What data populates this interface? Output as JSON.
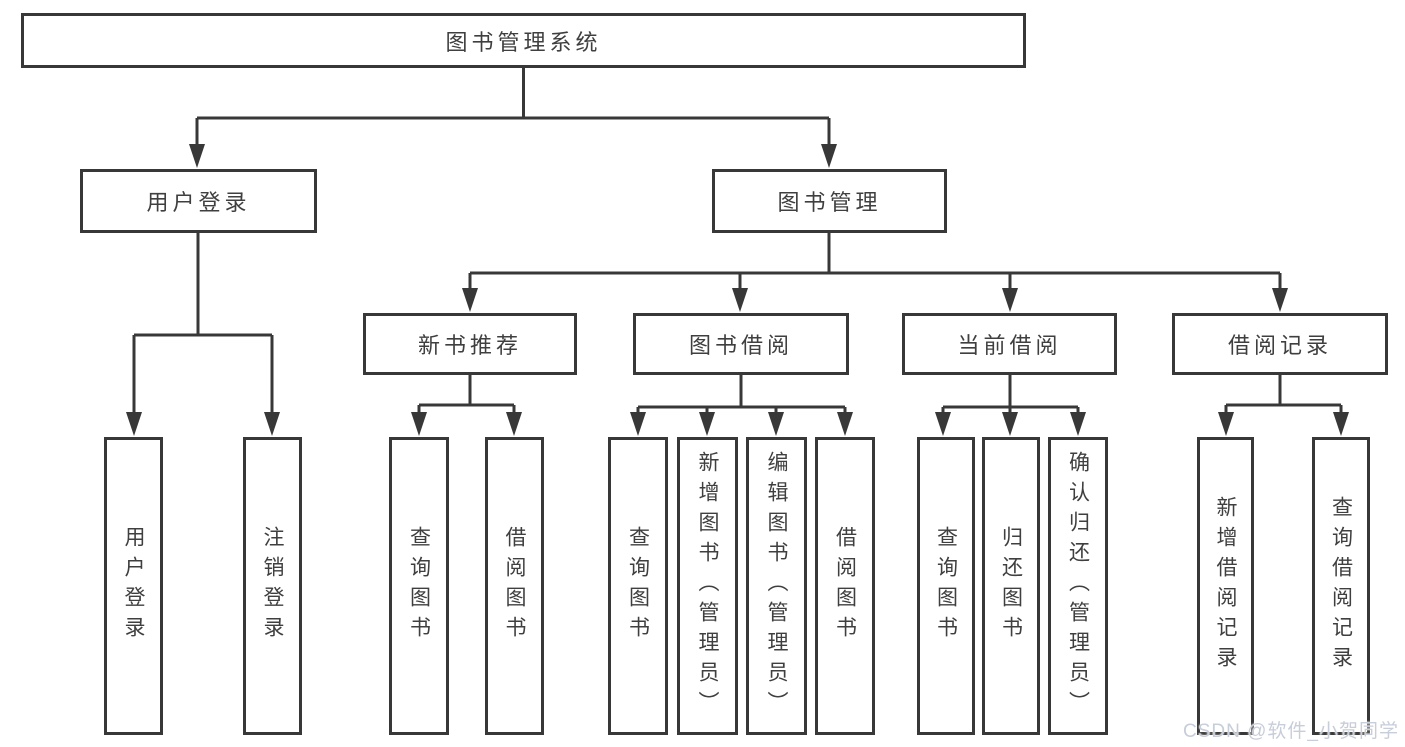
{
  "tree": {
    "root": "图书管理系统",
    "level2": [
      "用户登录",
      "图书管理"
    ],
    "level3": [
      "新书推荐",
      "图书借阅",
      "当前借阅",
      "借阅记录"
    ],
    "leaves": {
      "g1": [
        "用户登录",
        "注销登录"
      ],
      "g2": [
        "查询图书",
        "借阅图书"
      ],
      "g3": [
        "查询图书",
        "新增图书（管理员）",
        "编辑图书（管理员）",
        "借阅图书"
      ],
      "g4": [
        "查询图书",
        "归还图书",
        "确认归还（管理员）"
      ],
      "g5": [
        "新增借阅记录",
        "查询借阅记录"
      ]
    }
  },
  "watermark": "CSDN @软件_小贺同学",
  "colors": {
    "stroke": "#383838",
    "text": "#3f3f3f",
    "watermark": "#c7cdd9"
  }
}
